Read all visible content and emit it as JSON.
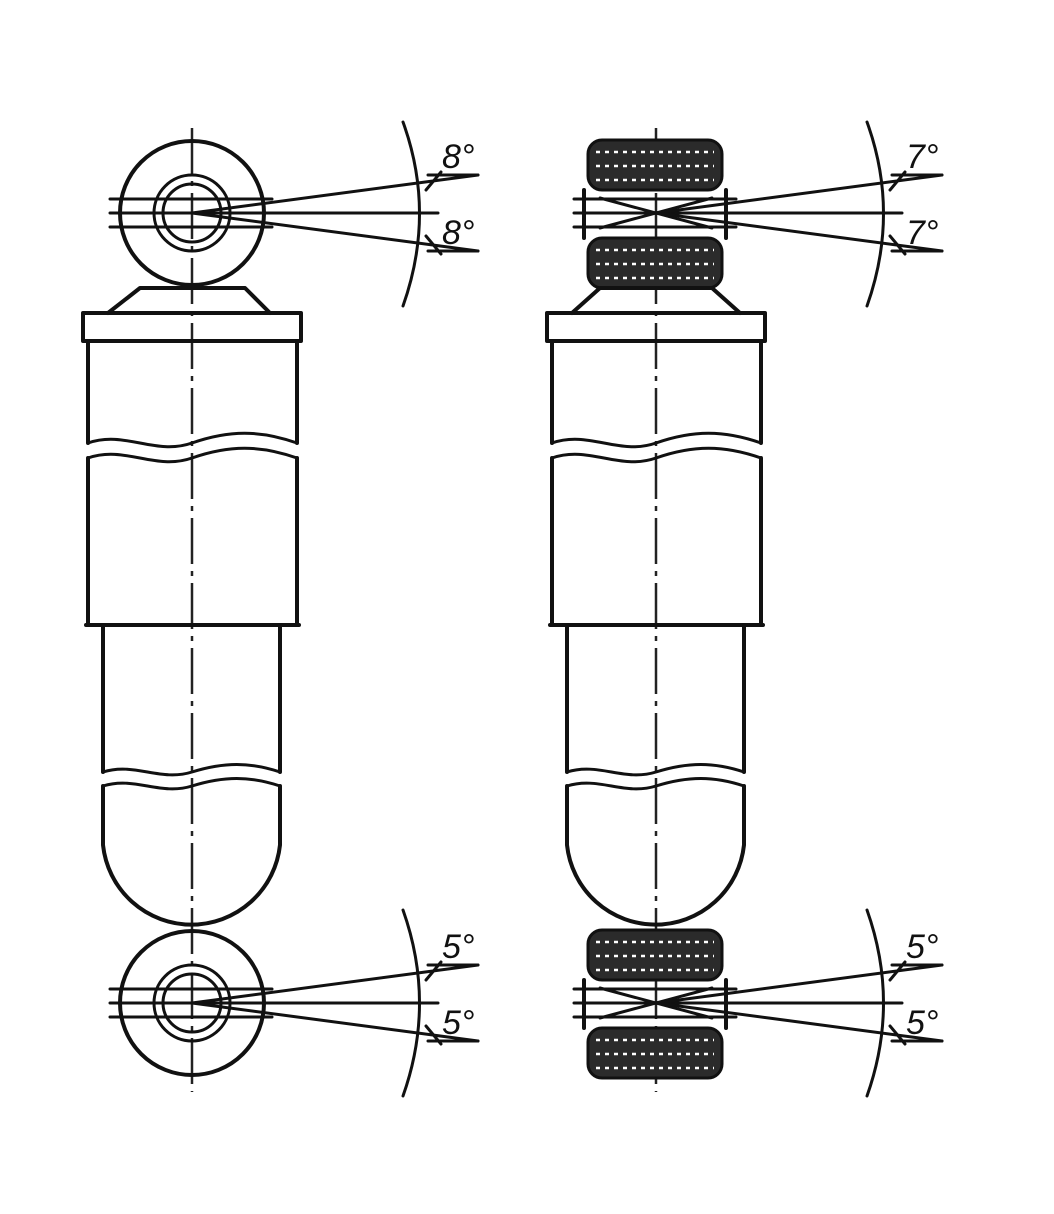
{
  "views": [
    {
      "id": "eye",
      "upper_angle_labels": [
        "8°",
        "8°"
      ],
      "lower_angle_labels": [
        "5°",
        "5°"
      ]
    },
    {
      "id": "bushing",
      "upper_angle_labels": [
        "7°",
        "7°"
      ],
      "lower_angle_labels": [
        "5°",
        "5°"
      ]
    }
  ],
  "colors": {
    "line": "#111111",
    "rubber": "#2b2b2b",
    "background": "#ffffff"
  }
}
